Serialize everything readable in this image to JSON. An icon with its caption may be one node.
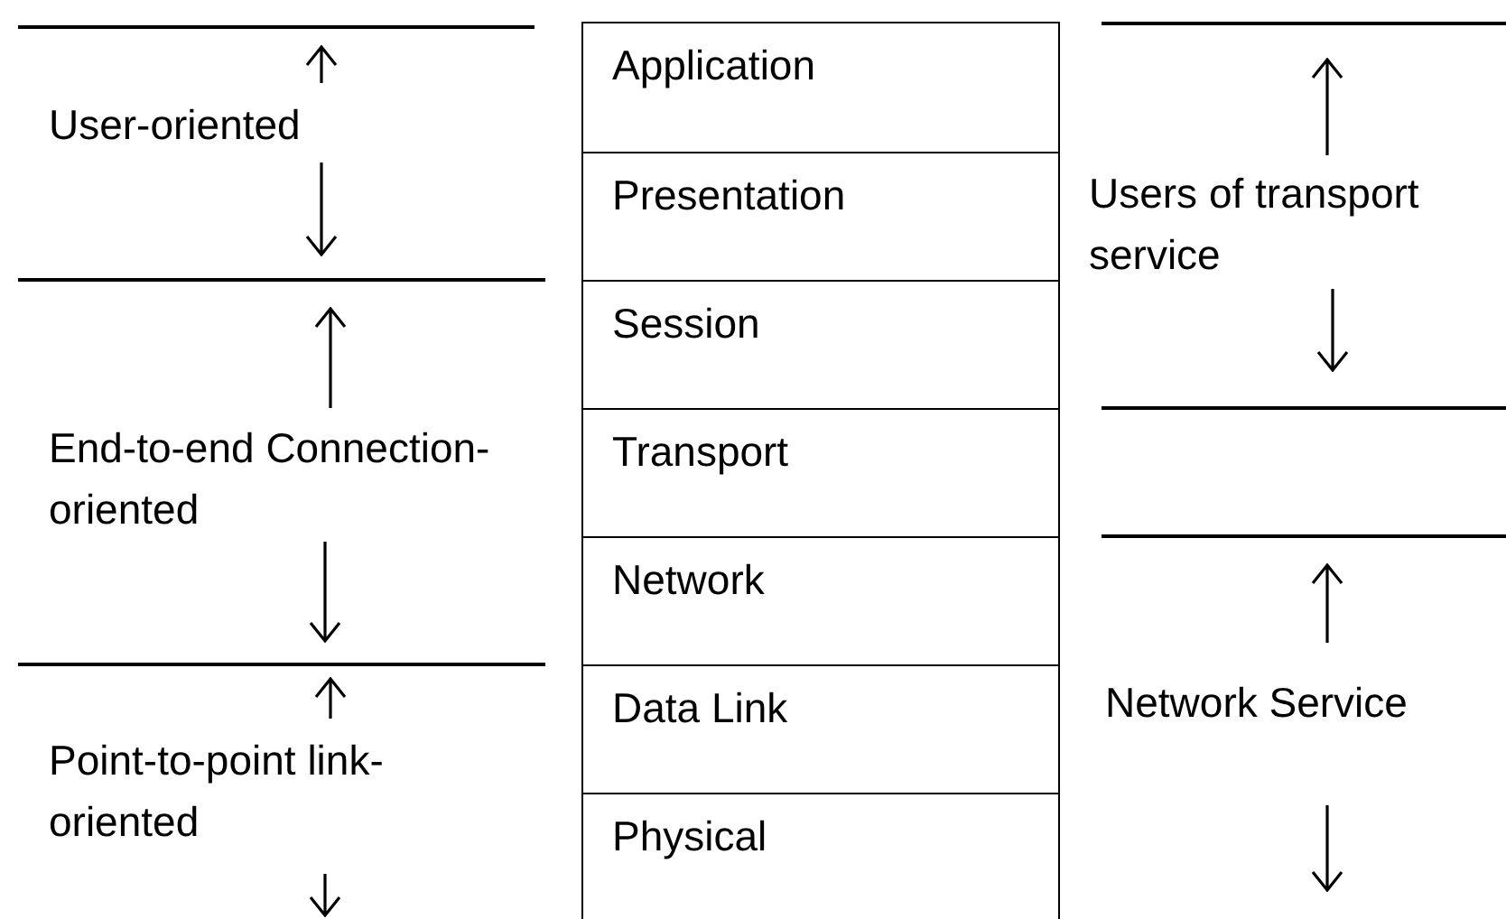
{
  "diagram": {
    "nodes": [
      {
        "text": [
          "Application"
        ]
      },
      {
        "text": [
          "Presentation"
        ]
      },
      {
        "text": [
          "Session"
        ]
      },
      {
        "text": [
          "Transport"
        ]
      },
      {
        "text": [
          "Network"
        ]
      },
      {
        "text": [
          "Data Link"
        ]
      },
      {
        "text": [
          "Physical"
        ]
      }
    ],
    "labels": [
      "User-oriented",
      "End-to-end Connection-oriented",
      "Point-to-point link-oriented",
      "Users of transport service",
      "Network Service"
    ]
  }
}
